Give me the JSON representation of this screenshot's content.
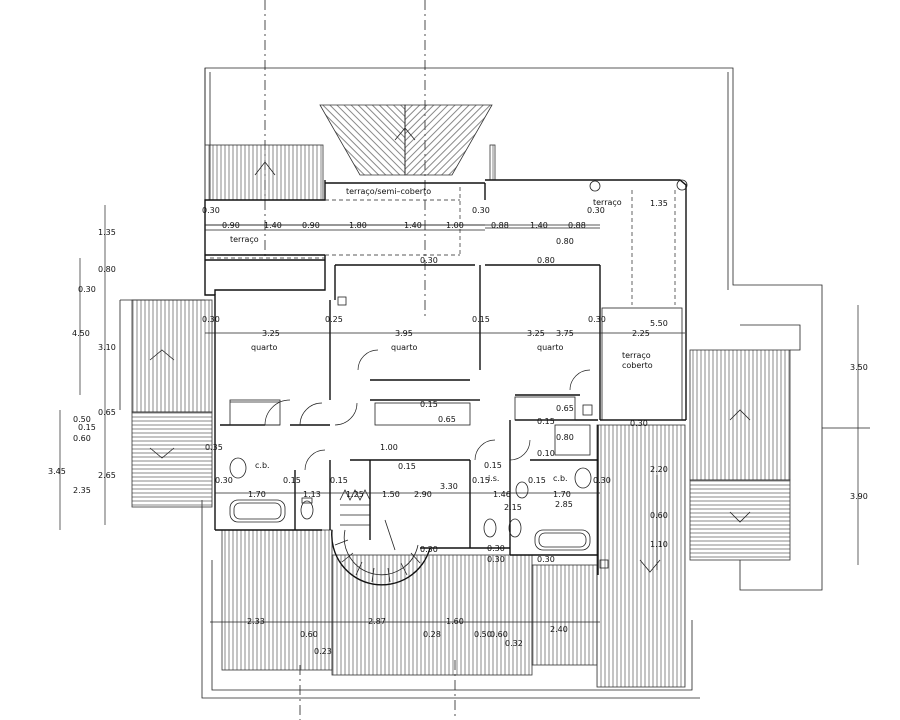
{
  "rooms": {
    "terraco_semi": "terraço/semi–coberto",
    "terraco_left": "terraço",
    "terraco_right": "terraço",
    "quarto_1": "quarto",
    "quarto_2": "quarto",
    "quarto_3": "quarto",
    "terraco_coberto_1": "terraço",
    "terraco_coberto_2": "coberto",
    "cb_left": "c.b.",
    "cb_right": "c.b.",
    "is": "i.s."
  },
  "dims": {
    "top_090": "0.90",
    "top_140a": "1.40",
    "top_090b": "0.90",
    "top_180": "1.80",
    "top_140b": "1.40",
    "top_100": "1.00",
    "top_088a": "0.88",
    "top_140c": "1.40",
    "top_088b": "0.88",
    "top_030a": "0.30",
    "top_030b": "0.30",
    "top_030c": "0.30",
    "top_080": "0.80",
    "top_135": "1.35",
    "top_030d": "0.30",
    "l_135": "1.35",
    "l_080": "0.80",
    "l_030": "0.30",
    "l_450": "4.50",
    "l_310": "3.10",
    "l_065": "0.65",
    "l_050": "0.50",
    "l_015": "0.15",
    "l_060": "0.60",
    "l_345": "3.45",
    "l_265": "2.65",
    "l_235": "2.35",
    "m_030a": "0.30",
    "m_325a": "3.25",
    "m_025": "0.25",
    "m_395": "3.95",
    "m_015": "0.15",
    "m_325b": "3.25",
    "m_375": "3.75",
    "m_030b": "0.30",
    "m_225": "2.25",
    "m_550": "5.50",
    "s_035": "0.35",
    "s_030": "0.30",
    "s_015a": "0.15",
    "s_170a": "1.70",
    "s_113": "1.13",
    "s_015b": "0.15",
    "s_125": "1.25",
    "s_150": "1.50",
    "s_290": "2.90",
    "s_330": "3.30",
    "s_015c": "0.15",
    "s_015d": "0.15",
    "s_015e": "0.15",
    "s_146": "1.46",
    "s_215": "2.15",
    "s_015f": "0.15",
    "s_170b": "1.70",
    "s_030c": "0.30",
    "s_285": "2.85",
    "s_100": "1.00",
    "s_015g": "0.15",
    "s_065": "0.65",
    "s_065b": "0.65",
    "s_080": "0.80",
    "s_010": "0.10",
    "s_015h": "0.15",
    "s_030d": "0.30",
    "b_030a": "0.30",
    "b_030b": "0.30",
    "b_030c": "0.30",
    "b_030d": "0.30",
    "b_080": "0.80",
    "r_220": "2.20",
    "r_060": "0.60",
    "r_110": "1.10",
    "r_350": "3.50",
    "r_390": "3.90",
    "bt_233": "2.33",
    "bt_060": "0.60",
    "bt_023": "0.23",
    "bt_287": "2.87",
    "bt_028": "0.28",
    "bt_160": "1.60",
    "bt_050": "0.50",
    "bt_060b": "0.60",
    "bt_032": "0.32",
    "bt_240": "2.40"
  }
}
